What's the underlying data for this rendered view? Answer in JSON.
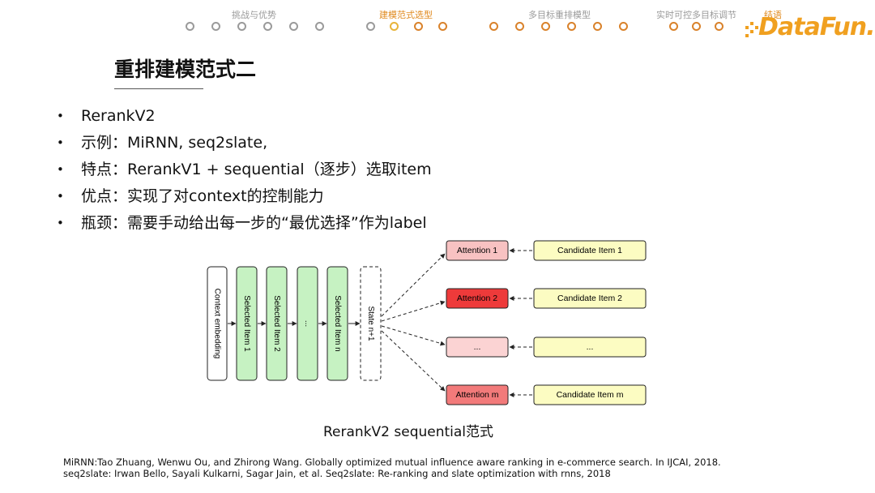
{
  "nav": {
    "sections": [
      {
        "label": "挑战与优势",
        "active": false
      },
      {
        "label": "建模范式选型",
        "active": true
      },
      {
        "label": "多目标重排模型",
        "active": false
      },
      {
        "label": "实时可控多目标调节",
        "active": false
      },
      {
        "label": "结语",
        "active": false
      }
    ],
    "colors": {
      "inactive": "#9a9a9a",
      "active": "#e08a1e",
      "progress": "#d9822b"
    }
  },
  "logo": {
    "text": "DataFun."
  },
  "slide": {
    "title": "重排建模范式二",
    "bullets": [
      "RerankV2",
      "示例：MiRNN, seq2slate,",
      "特点：RerankV1 + sequential（逐步）选取item",
      "优点：实现了对context的控制能力",
      "瓶颈：需要手动给出每一步的“最优选择”作为label"
    ],
    "bullet_mark": "•"
  },
  "diagram": {
    "sequence": [
      {
        "label": "Context embedding",
        "fill": "#ffffff"
      },
      {
        "label": "Selected Item 1",
        "fill": "#c6f2c2"
      },
      {
        "label": "Selected Item 2",
        "fill": "#c6f2c2"
      },
      {
        "label": "...",
        "fill": "#c6f2c2"
      },
      {
        "label": "Selected Item n",
        "fill": "#c6f2c2"
      }
    ],
    "state": {
      "label": "State n+1"
    },
    "attention": [
      {
        "label": "Attention 1",
        "fill": "#f8c2c2"
      },
      {
        "label": "Attention 2",
        "fill": "#ee3a3a"
      },
      {
        "label": "...",
        "fill": "#fbd3d3"
      },
      {
        "label": "Attention m",
        "fill": "#f27a7a"
      }
    ],
    "candidates": [
      {
        "label": "Candidate Item 1",
        "fill": "#fcfcc2"
      },
      {
        "label": "Candidate Item 2",
        "fill": "#fcfcc2"
      },
      {
        "label": "...",
        "fill": "#fcfcc2"
      },
      {
        "label": "Candidate Item m",
        "fill": "#fcfcc2"
      }
    ]
  },
  "caption": "RerankV2 sequential范式",
  "references": [
    "MiRNN:Tao Zhuang, Wenwu Ou, and Zhirong Wang. Globally optimized mutual influence aware ranking in e-commerce search. In IJCAI, 2018.",
    "seq2slate: Irwan Bello, Sayali Kulkarni, Sagar Jain, et al. Seq2slate: Re-ranking and slate optimization with rnns, 2018"
  ]
}
